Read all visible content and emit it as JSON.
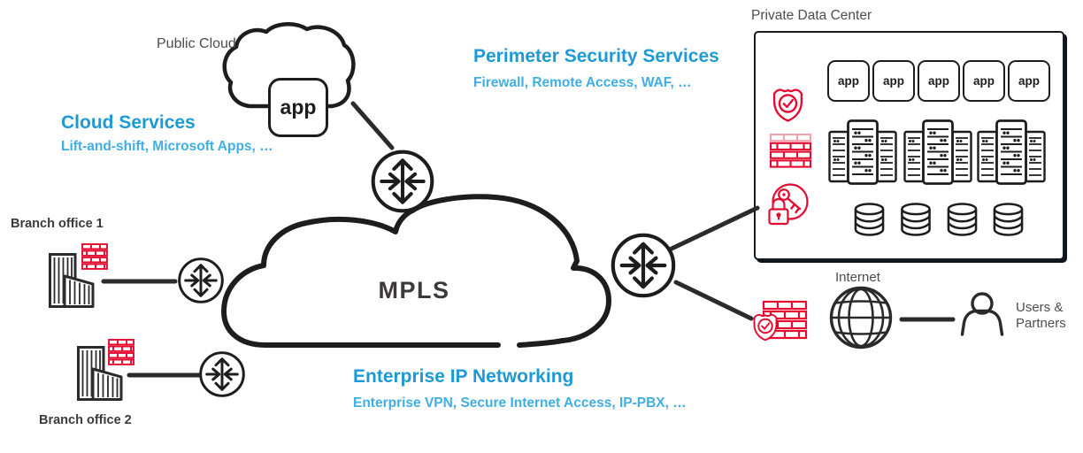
{
  "public_cloud": {
    "label": "Public Cloud",
    "app_label": "app"
  },
  "cloud_services": {
    "title": "Cloud Services",
    "subtitle": "Lift-and-shift, Microsoft Apps, …"
  },
  "perimeter_security": {
    "title": "Perimeter Security Services",
    "subtitle": "Firewall, Remote Access, WAF, …"
  },
  "enterprise_networking": {
    "title": "Enterprise IP Networking",
    "subtitle": "Enterprise VPN, Secure Internet Access, IP-PBX, …"
  },
  "mpls": {
    "label": "MPLS"
  },
  "branches": {
    "office1": "Branch office 1",
    "office2": "Branch office 2"
  },
  "private_data_center": {
    "label": "Private Data Center",
    "app_boxes": [
      "app",
      "app",
      "app",
      "app",
      "app"
    ],
    "server_cluster_count": 3,
    "database_count": 4,
    "security_icons": [
      "shield-check",
      "firewall-brick",
      "key-lock"
    ]
  },
  "internet": {
    "label": "Internet"
  },
  "users_partners": {
    "line1": "Users &",
    "line2": "Partners"
  },
  "colors": {
    "heading_blue": "#1D9AD6",
    "subtitle_blue": "#41AEE3",
    "brand_red": "#E30B2F",
    "stroke_dark": "#1D1D1B",
    "label_gray": "#4D4D4F"
  },
  "icons": [
    "cloud-icon",
    "app-icon",
    "router-icon",
    "building-icon",
    "firewall-brick-icon",
    "shield-check-icon",
    "key-lock-icon",
    "server-rack-icon",
    "database-icon",
    "globe-icon",
    "person-icon"
  ]
}
